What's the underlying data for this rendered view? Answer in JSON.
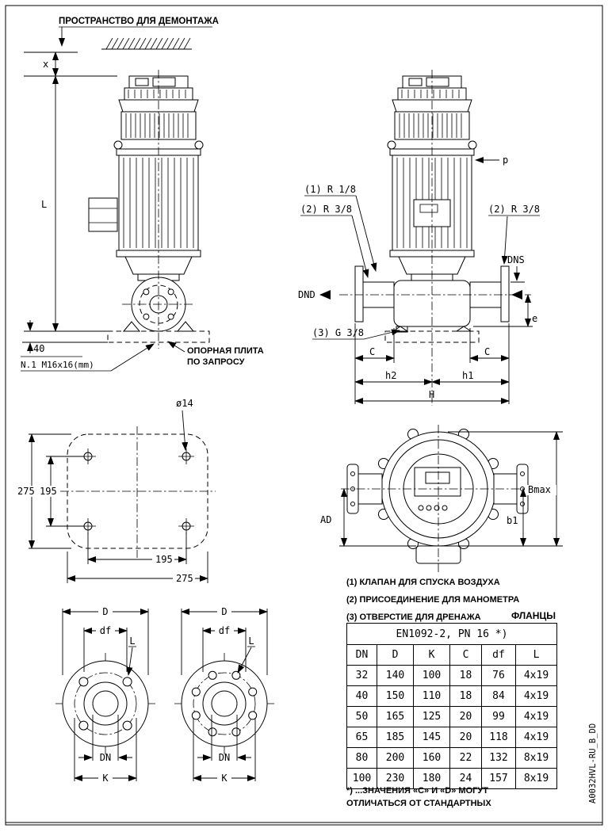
{
  "colors": {
    "ink": "#000000",
    "paper": "#ffffff"
  },
  "page": {
    "doc_code": "A0032HVL-RU_B_DD"
  },
  "top_note": "ПРОСТРАНСТВО ДЛЯ ДЕМОНТАЖА",
  "front_view": {
    "dim_x": "x",
    "dim_L": "L",
    "dim_40": "40",
    "bolt_note": "N.1 M16x16(mm)",
    "plate_note1": "ОПОРНАЯ ПЛИТА",
    "plate_note2": "ПО ЗАПРОСУ"
  },
  "side_view": {
    "p": "p",
    "conn1": "(1) R 1/8",
    "conn2_left": "(2) R 3/8",
    "conn2_right": "(2) R 3/8",
    "conn3": "(3) G 3/8",
    "dns": "DNS",
    "dnd": "DND",
    "e": "e",
    "c_left": "C",
    "c_right": "C",
    "h2": "h2",
    "h1": "h1",
    "H": "H"
  },
  "plate_view": {
    "hole_dia": "ø14",
    "left_dim_outer": "275",
    "left_dim_inner": "195",
    "bottom_dim_inner": "195",
    "bottom_dim_outer": "275"
  },
  "top_view": {
    "bmax": "Bmax",
    "ad": "AD",
    "b1": "b1"
  },
  "notes": {
    "n1": "(1) КЛАПАН ДЛЯ СПУСКА ВОЗДУХА",
    "n2": "(2) ПРИСОЕДИНЕНИЕ ДЛЯ МАНОМЕТРА",
    "n3": "(3) ОТВЕРСТИЕ ДЛЯ ДРЕНАЖА"
  },
  "flange_table": {
    "caption": "ФЛАНЦЫ",
    "standard": "EN1092-2, PN 16 *)",
    "columns": [
      "DN",
      "D",
      "K",
      "C",
      "df",
      "L"
    ],
    "rows": [
      [
        "32",
        "140",
        "100",
        "18",
        "76",
        "4x19"
      ],
      [
        "40",
        "150",
        "110",
        "18",
        "84",
        "4x19"
      ],
      [
        "50",
        "165",
        "125",
        "20",
        "99",
        "4x19"
      ],
      [
        "65",
        "185",
        "145",
        "20",
        "118",
        "4x19"
      ],
      [
        "80",
        "200",
        "160",
        "22",
        "132",
        "8x19"
      ],
      [
        "100",
        "230",
        "180",
        "24",
        "157",
        "8x19"
      ]
    ],
    "footnote_line1": "*) ...ЗНАЧЕНИЯ «C» И «D» МОГУТ",
    "footnote_line2": "ОТЛИЧАТЬСЯ ОТ СТАНДАРТНЫХ"
  },
  "flange_detail": {
    "d": "D",
    "df": "df",
    "l": "L",
    "dn": "DN",
    "k": "K"
  }
}
